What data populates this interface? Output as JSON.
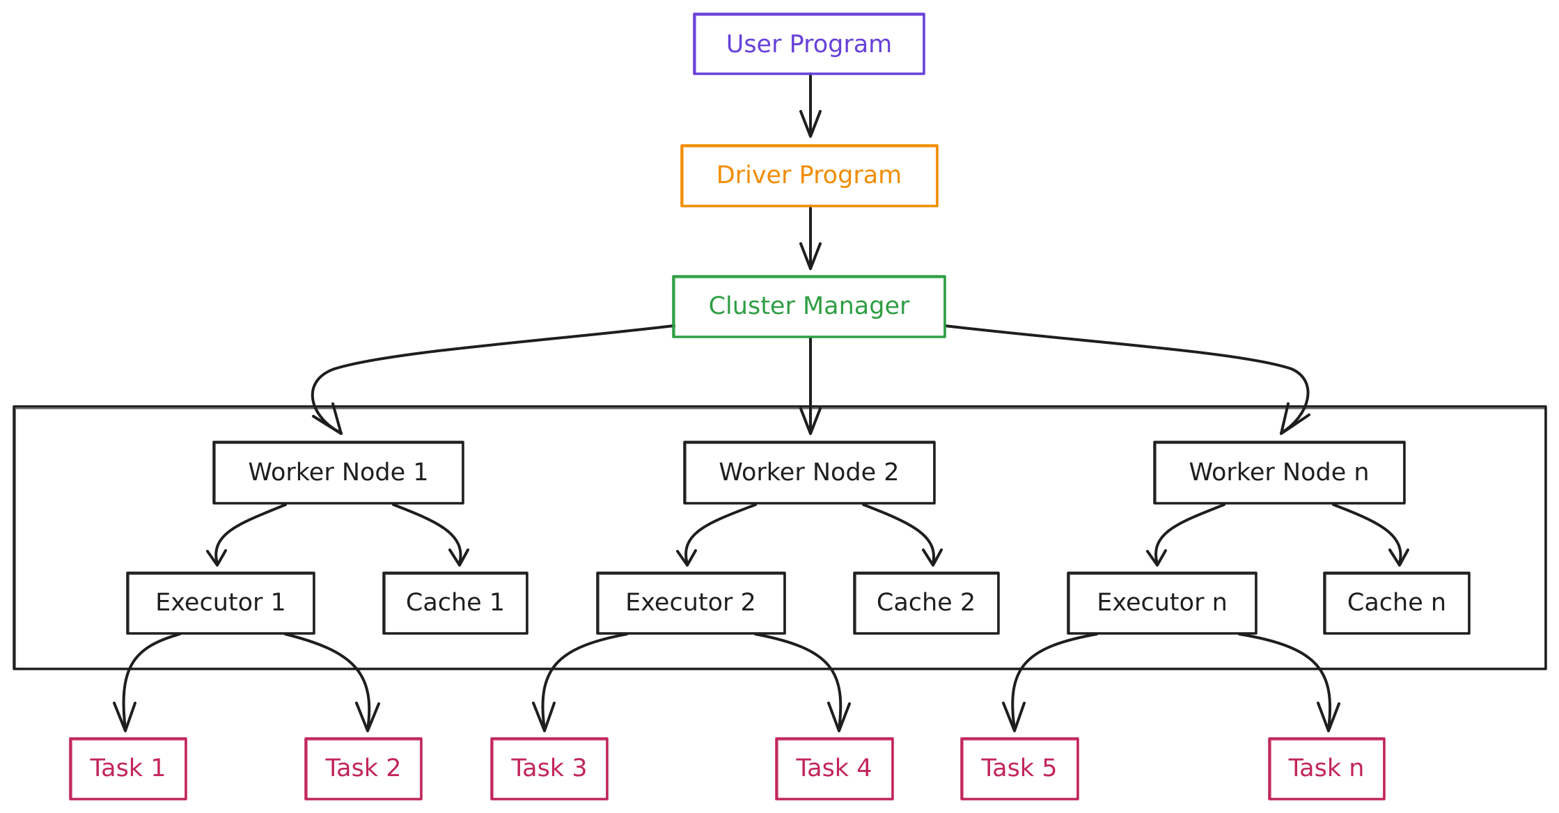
{
  "colors": {
    "user": "#6741d9",
    "driver": "#f08c00",
    "cluster": "#2f9e44",
    "task": "#c2255c",
    "default": "#1e1e1e"
  },
  "nodes": {
    "user_program": "User Program",
    "driver_program": "Driver Program",
    "cluster_manager": "Cluster Manager",
    "worker_node_1": "Worker Node 1",
    "worker_node_2": "Worker Node 2",
    "worker_node_n": "Worker Node n",
    "executor_1": "Executor 1",
    "executor_2": "Executor 2",
    "executor_n": "Executor n",
    "cache_1": "Cache 1",
    "cache_2": "Cache 2",
    "cache_n": "Cache n",
    "task_1": "Task 1",
    "task_2": "Task 2",
    "task_3": "Task 3",
    "task_4": "Task 4",
    "task_5": "Task 5",
    "task_n": "Task n"
  },
  "edges": [
    [
      "user_program",
      "driver_program"
    ],
    [
      "driver_program",
      "cluster_manager"
    ],
    [
      "cluster_manager",
      "worker_node_1"
    ],
    [
      "cluster_manager",
      "worker_node_2"
    ],
    [
      "cluster_manager",
      "worker_node_n"
    ],
    [
      "worker_node_1",
      "executor_1"
    ],
    [
      "worker_node_1",
      "cache_1"
    ],
    [
      "worker_node_2",
      "executor_2"
    ],
    [
      "worker_node_2",
      "cache_2"
    ],
    [
      "worker_node_n",
      "executor_n"
    ],
    [
      "worker_node_n",
      "cache_n"
    ],
    [
      "executor_1",
      "task_1"
    ],
    [
      "executor_1",
      "task_2"
    ],
    [
      "executor_2",
      "task_3"
    ],
    [
      "executor_2",
      "task_4"
    ],
    [
      "executor_n",
      "task_5"
    ],
    [
      "executor_n",
      "task_n"
    ]
  ]
}
